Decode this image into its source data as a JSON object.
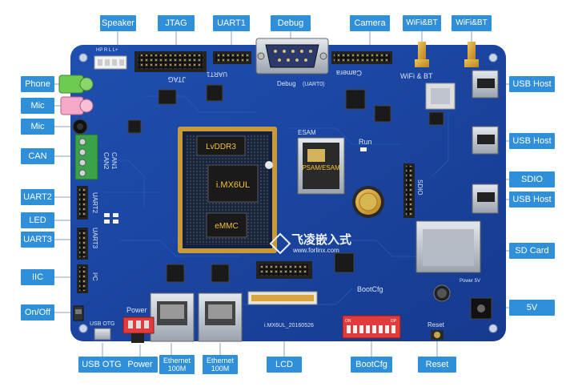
{
  "board": {
    "colors": {
      "pcb": "#1a3f99",
      "pcb_dark": "#0f2c78",
      "callout": "#2f8fd9",
      "leader": "#8aa0c0"
    },
    "core_module": {
      "ram_label": "LvDDR3",
      "cpu_label": "i.MX6UL",
      "emmc_label": "eMMC"
    },
    "esam": {
      "title": "ESAM",
      "slot_label": "PSAM/ESAM"
    },
    "run_label": "Run",
    "brand": {
      "chinese": "飞凌嵌入式",
      "site": "www.forlinx.com"
    },
    "silk": {
      "jtag": "JTAG",
      "uart1": "UART1",
      "debug": "Debug",
      "uart0": "(UART0)",
      "camera": "Camera",
      "wifi_bt": "WiFi & BT",
      "can2": "CAN2",
      "can1": "CAN1",
      "uart2": "UART2",
      "uart3": "UART3",
      "iic": "I²C",
      "sdio": "SDIO",
      "bootcfg": "BootCfg",
      "power": "Power",
      "usb_otg": "USB OTG",
      "power_5v": "Power 5V",
      "reset": "Reset",
      "model": "i.MX6UL_20160526",
      "audio": "HP R L L+",
      "dip_on": "ON",
      "dip_dp": "DP"
    }
  },
  "callouts": {
    "speaker": "Speaker",
    "jtag": "JTAG",
    "uart1": "UART1",
    "debug": "Debug",
    "camera": "Camera",
    "wifi_bt_1": "WiFi&BT",
    "wifi_bt_2": "WiFi&BT",
    "phone": "Phone",
    "mic_1": "Mic",
    "mic_2": "Mic",
    "can": "CAN",
    "uart2": "UART2",
    "led": "LED",
    "uart3": "UART3",
    "iic": "IIC",
    "on_off": "On/Off",
    "usb_host_1": "USB Host",
    "usb_host_2": "USB Host",
    "sdio": "SDIO",
    "usb_host_3": "USB Host",
    "sd_card": "SD Card",
    "v5": "5V",
    "usb_otg": "USB OTG",
    "power": "Power",
    "ethernet_1": "Ethernet 100M",
    "ethernet_2": "Ethernet 100M",
    "lcd": "LCD",
    "bootcfg": "BootCfg",
    "reset": "Reset"
  }
}
